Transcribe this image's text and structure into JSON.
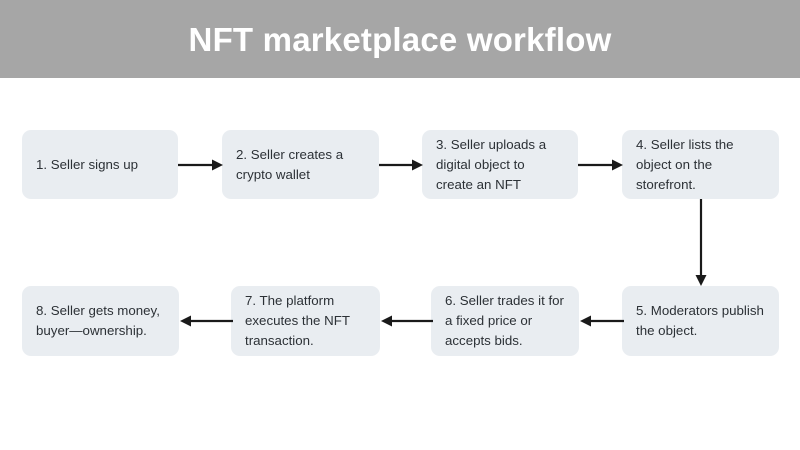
{
  "header": {
    "title": "NFT marketplace workflow",
    "background_color": "#a6a6a6",
    "text_color": "#ffffff"
  },
  "canvas": {
    "background_color": "#ffffff"
  },
  "diagram": {
    "type": "flowchart",
    "node_fill_color": "#e9edf1",
    "node_text_color": "#2c3136",
    "connector_color": "#1a1a1a",
    "nodes": [
      {
        "id": 1,
        "label": "1. Seller signs up"
      },
      {
        "id": 2,
        "label": "2. Seller creates a crypto wallet"
      },
      {
        "id": 3,
        "label": "3. Seller uploads a digital object to create an NFT"
      },
      {
        "id": 4,
        "label": "4. Seller lists the object on the storefront."
      },
      {
        "id": 5,
        "label": "5. Moderators publish the object."
      },
      {
        "id": 6,
        "label": "6. Seller trades it for a fixed price or accepts bids."
      },
      {
        "id": 7,
        "label": "7. The platform executes the NFT transaction."
      },
      {
        "id": 8,
        "label": "8. Seller gets money, buyer—ownership."
      }
    ],
    "connectors": [
      {
        "from": 1,
        "to": 2,
        "direction": "right"
      },
      {
        "from": 2,
        "to": 3,
        "direction": "right"
      },
      {
        "from": 3,
        "to": 4,
        "direction": "right"
      },
      {
        "from": 4,
        "to": 5,
        "direction": "down"
      },
      {
        "from": 5,
        "to": 6,
        "direction": "left"
      },
      {
        "from": 6,
        "to": 7,
        "direction": "left"
      },
      {
        "from": 7,
        "to": 8,
        "direction": "left"
      }
    ]
  }
}
